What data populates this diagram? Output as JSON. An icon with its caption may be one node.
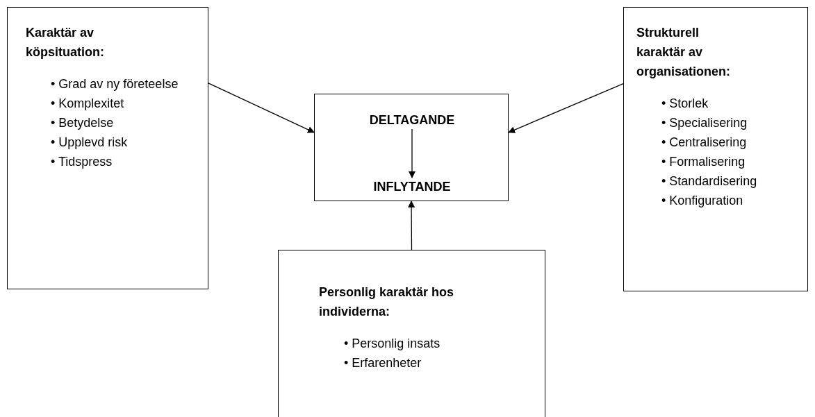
{
  "diagram": {
    "nodes": [
      {
        "text": [
          "Karaktär av köpsituation:",
          "• Grad av ny företeelse",
          "• Komplexitet",
          "• Betydelse",
          "• Upplevd risk",
          "• Tidspress"
        ]
      },
      {
        "text": [],
        "shape": "box"
      },
      {
        "text": [
          "DELTAGANDE"
        ],
        "in": 1
      },
      {
        "text": [
          "INFLYTANDE"
        ],
        "in": 1
      },
      {
        "text": [
          "Strukturell karaktär av organisationen:",
          "• Storlek",
          "• Specialisering",
          "• Centralisering",
          "• Formalisering",
          "• Standardisering",
          "• Konfiguration"
        ]
      },
      {
        "text": [
          "Personlig karaktär hos individerna:",
          "• Personlig insats",
          "• Erfarenheter"
        ]
      }
    ],
    "edges": [
      {
        "from": 0,
        "to": 1,
        "arrow": "to"
      },
      {
        "from": 2,
        "to": 3,
        "arrow": "to"
      },
      {
        "from": 4,
        "to": 1,
        "arrow": "to"
      },
      {
        "from": 5,
        "to": 1,
        "arrow": "to"
      }
    ]
  }
}
